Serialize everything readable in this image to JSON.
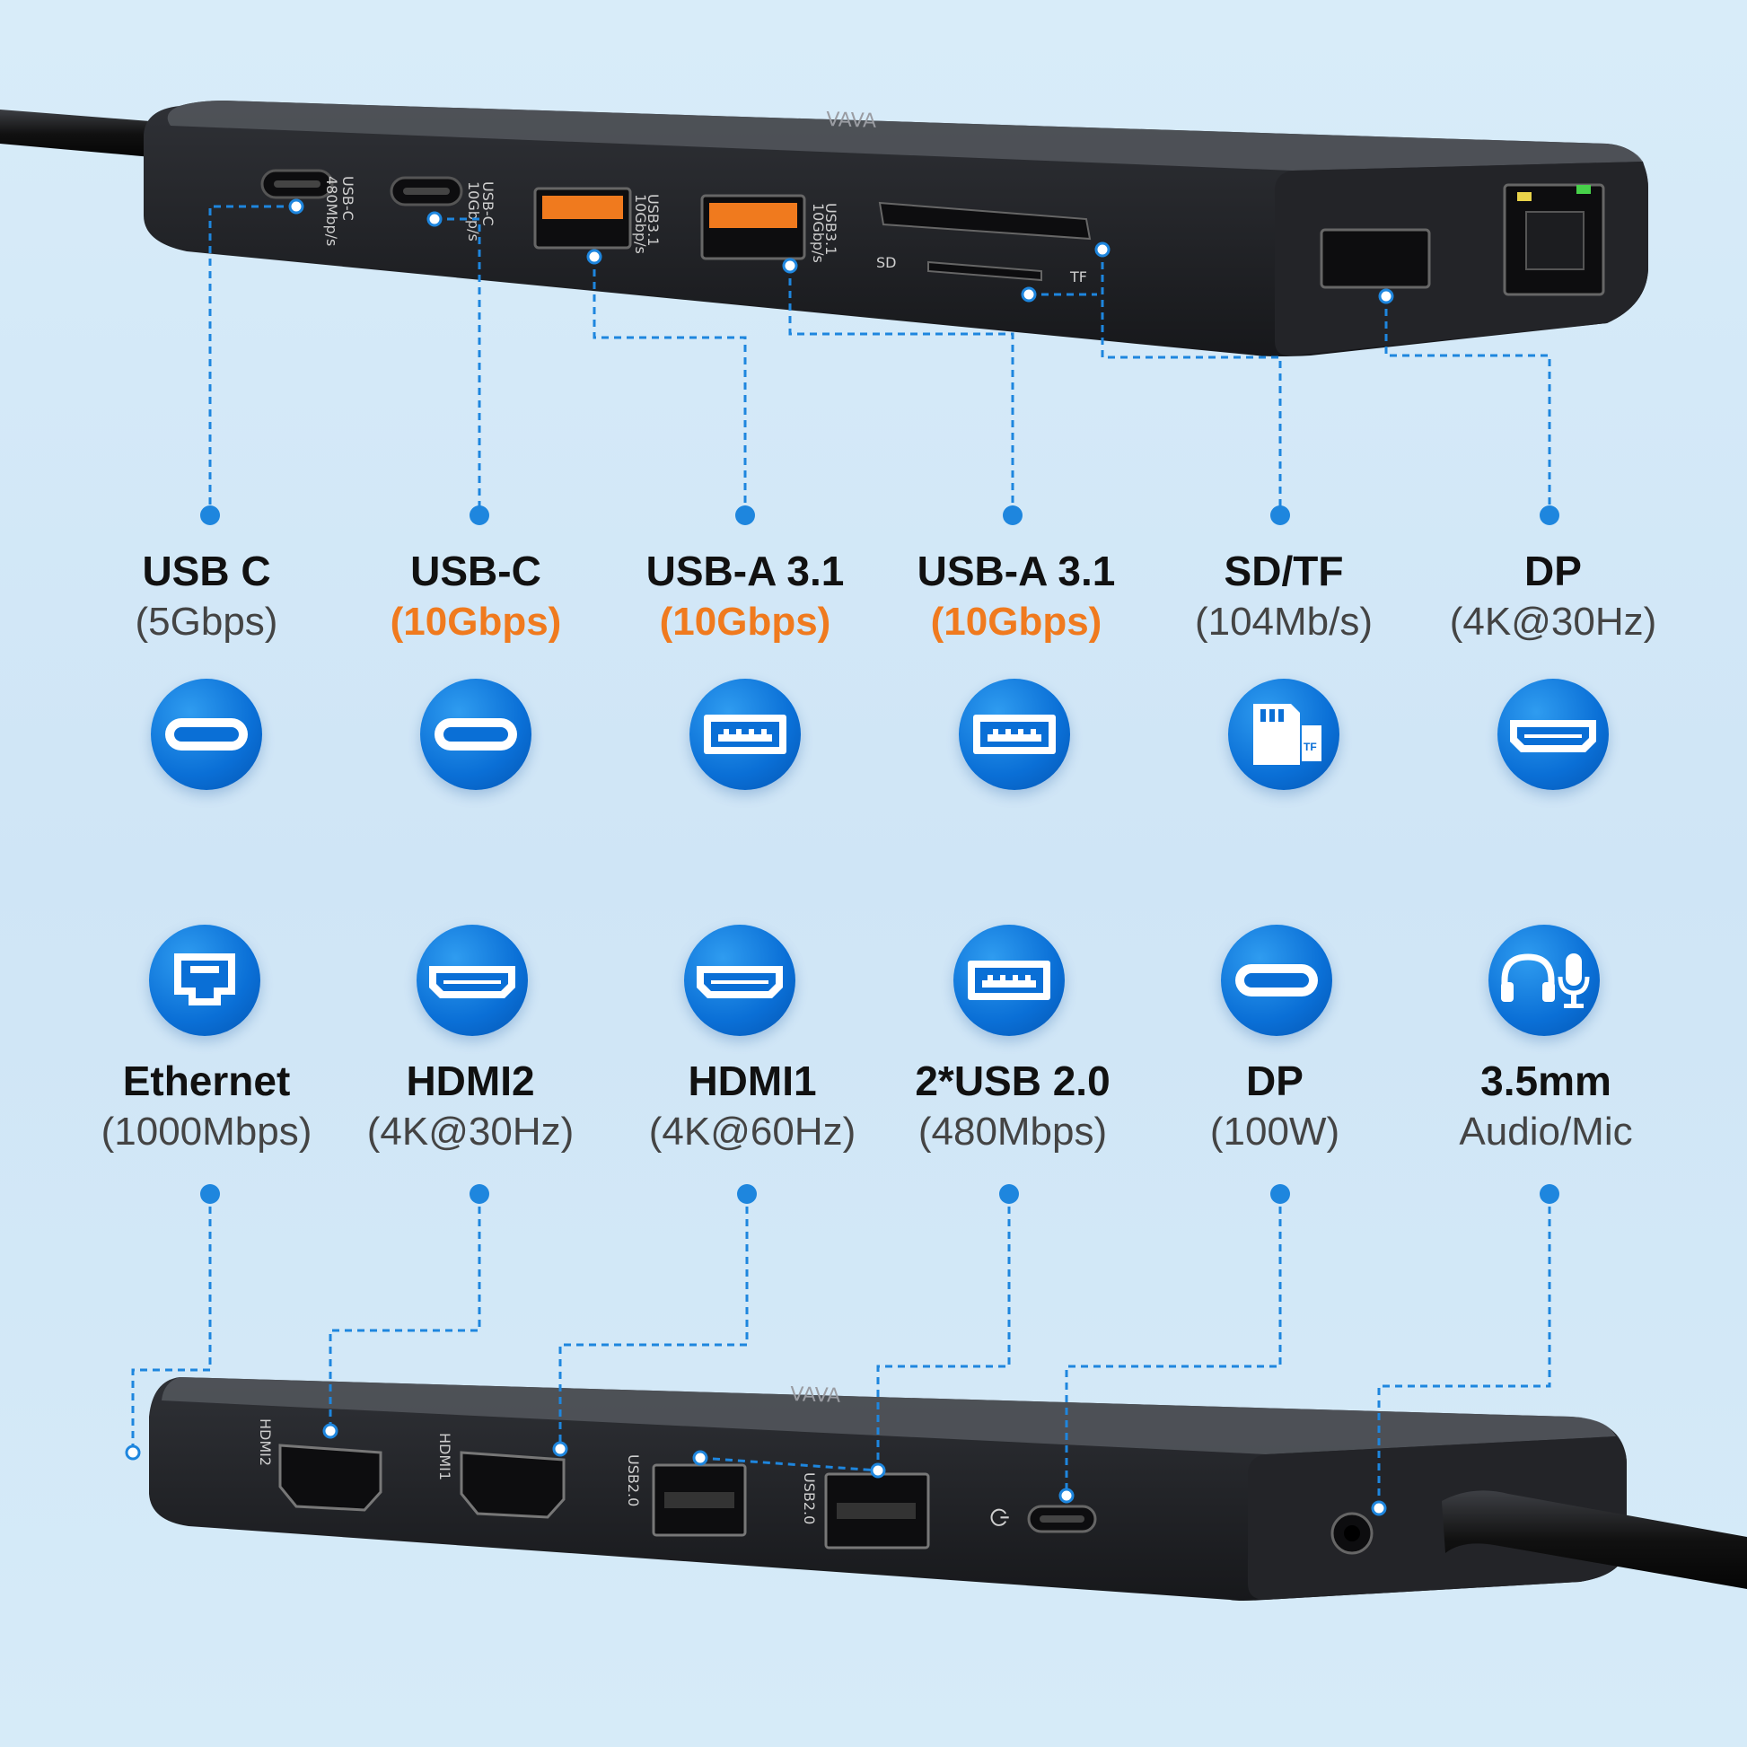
{
  "colors": {
    "accent": "#0a6fd6",
    "highlight": "#f07a1e",
    "background": "#d3e8f7",
    "device": "#2b2d31"
  },
  "top_device": {
    "port_labels": {
      "usbc1_label": "USB-C",
      "usbc1_speed": "480Mbp/s",
      "usbc2_label": "USB-C",
      "usbc2_speed": "10Gbp/s",
      "usba1_label": "USB3.1",
      "usba1_speed": "10Gbp/s",
      "usba2_label": "USB3.1",
      "usba2_speed": "10Gbp/s",
      "sd": "SD",
      "tf": "TF"
    }
  },
  "bottom_device": {
    "port_labels": {
      "hdmi2": "HDMI2",
      "hdmi1": "HDMI1",
      "usb20_a": "USB2.0",
      "usb20_b": "USB2.0"
    }
  },
  "features_top": [
    {
      "name": "USB C",
      "spec": "(5Gbps)",
      "highlight": false,
      "icon": "usb-c-icon"
    },
    {
      "name": "USB-C",
      "spec": "(10Gbps)",
      "highlight": true,
      "icon": "usb-c-icon"
    },
    {
      "name": "USB-A 3.1",
      "spec": "(10Gbps)",
      "highlight": true,
      "icon": "usb-a-icon"
    },
    {
      "name": "USB-A 3.1",
      "spec": "(10Gbps)",
      "highlight": true,
      "icon": "usb-a-icon"
    },
    {
      "name": "SD/TF",
      "spec": "(104Mb/s)",
      "highlight": false,
      "icon": "sd-tf-card-icon"
    },
    {
      "name": "DP",
      "spec": "(4K@30Hz)",
      "highlight": false,
      "icon": "displayport-icon"
    }
  ],
  "features_bottom": [
    {
      "name": "Ethernet",
      "spec": "(1000Mbps)",
      "highlight": false,
      "icon": "ethernet-icon"
    },
    {
      "name": "HDMI2",
      "spec": "(4K@30Hz)",
      "highlight": false,
      "icon": "hdmi-icon"
    },
    {
      "name": "HDMI1",
      "spec": "(4K@60Hz)",
      "highlight": false,
      "icon": "hdmi-icon"
    },
    {
      "name": "2*USB 2.0",
      "spec": "(480Mbps)",
      "highlight": false,
      "icon": "usb-a-icon"
    },
    {
      "name": "DP",
      "spec": "(100W)",
      "highlight": false,
      "icon": "usb-c-icon"
    },
    {
      "name": "3.5mm",
      "spec": "Audio/Mic",
      "highlight": false,
      "icon": "headphone-mic-icon"
    }
  ]
}
